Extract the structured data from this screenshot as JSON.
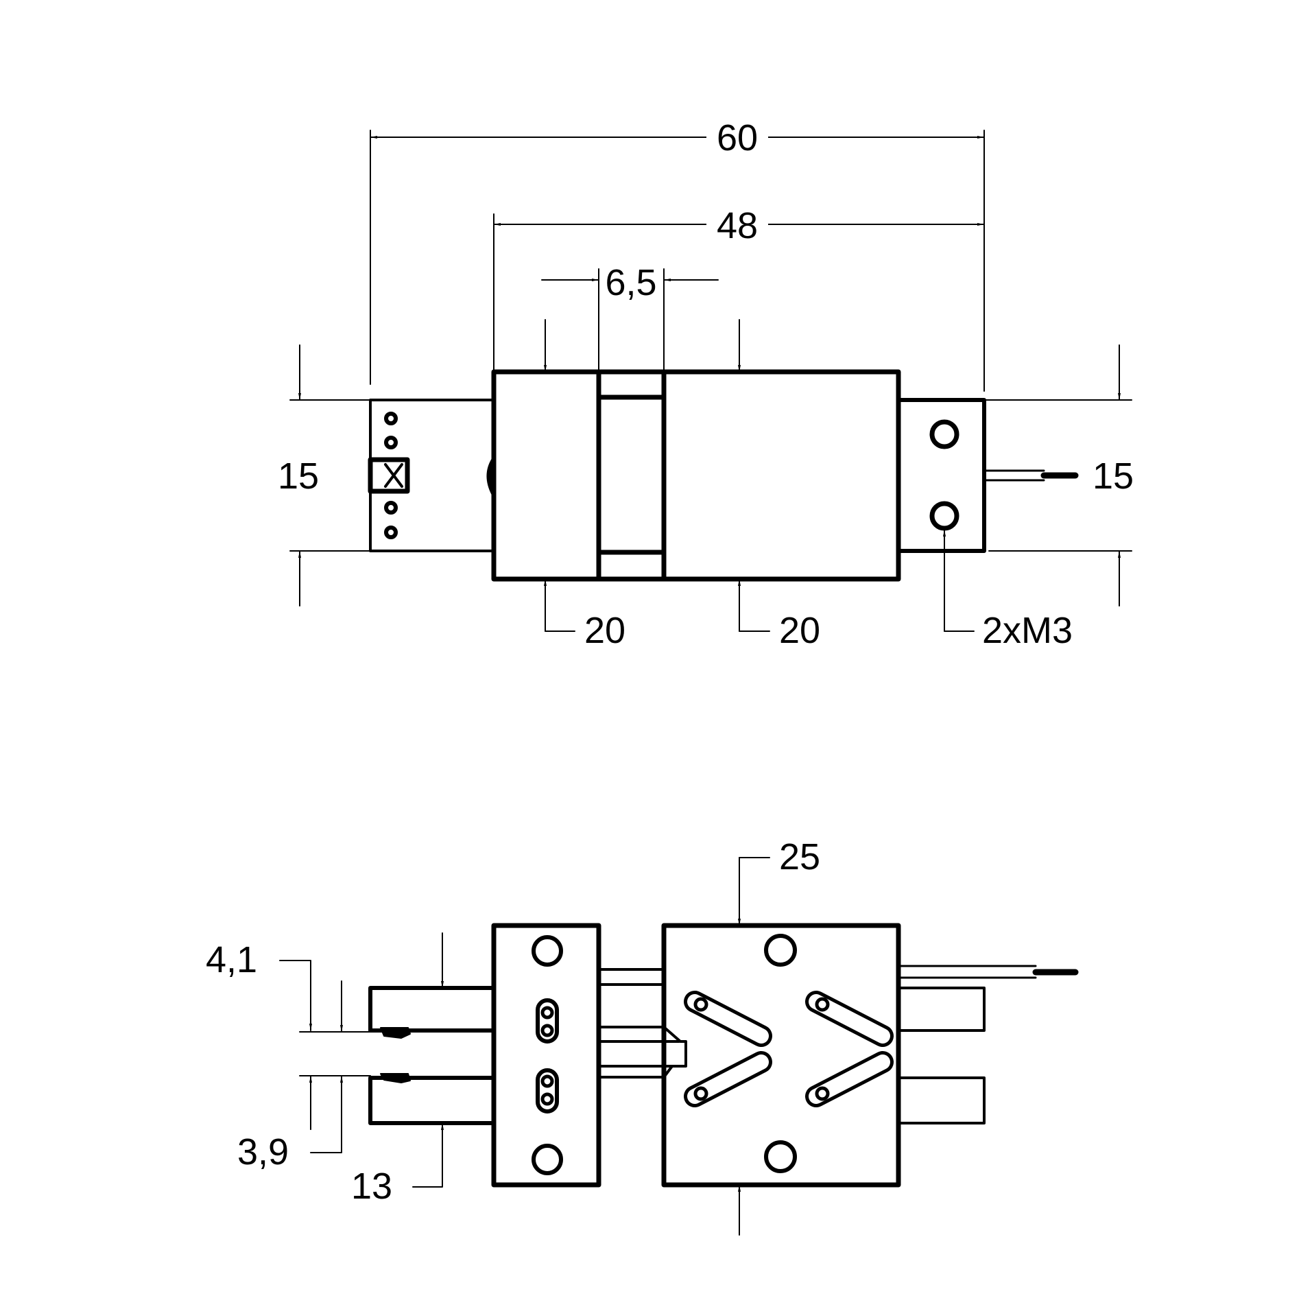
{
  "top_view": {
    "overall_length": "60",
    "load_span": "48",
    "gap": "6,5",
    "height_left": "15",
    "height_right": "15",
    "block_left": "20",
    "block_right": "20",
    "mount_threads": "2xM3"
  },
  "bottom_view": {
    "width": "25",
    "upper_offset": "4,1",
    "lower_offset": "3,9",
    "arm_height": "13"
  },
  "colors": {
    "line": "#000000",
    "background": "#ffffff"
  }
}
